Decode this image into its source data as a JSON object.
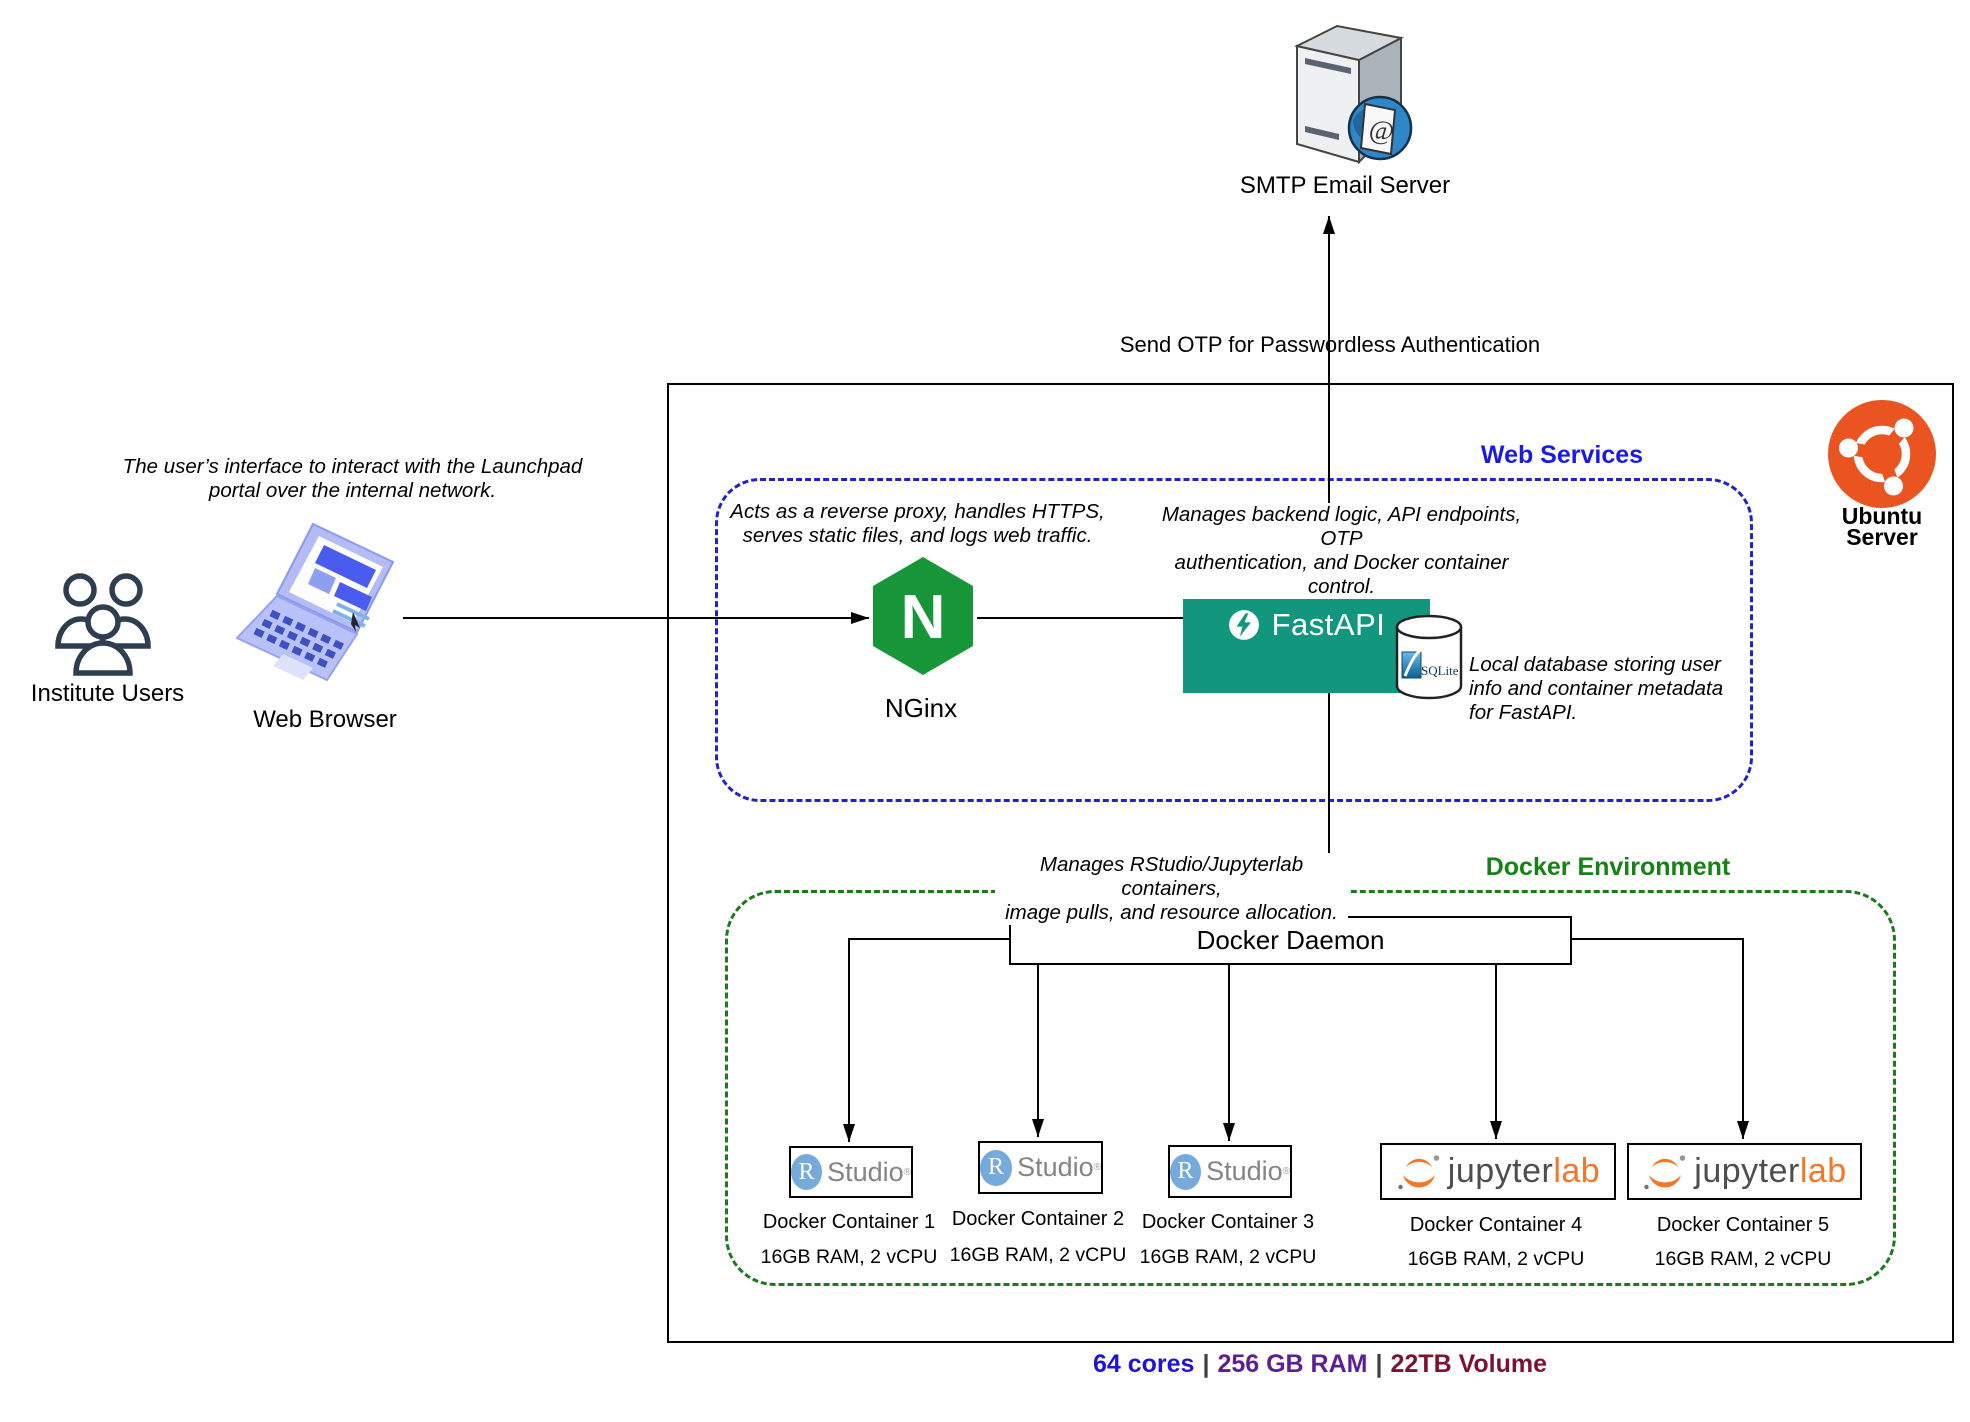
{
  "user_side": {
    "note_line1": "The user’s interface to interact with the Launchpad",
    "note_line2": "portal over the internal network.",
    "users_label": "Institute Users",
    "browser_label": "Web Browser"
  },
  "smtp": {
    "label": "SMTP Email Server",
    "otp_label": "Send OTP for Passwordless Authentication",
    "at_glyph": "@"
  },
  "web_services": {
    "title": "Web Services",
    "nginx_note_line1": "Acts as a reverse proxy, handles HTTPS,",
    "nginx_note_line2": "serves static files, and logs web traffic.",
    "nginx_label": "NGinx",
    "nginx_letter": "N",
    "fastapi_note_line1": "Manages backend logic, API endpoints, OTP",
    "fastapi_note_line2": "authentication, and Docker container control.",
    "fastapi_label": "FastAPI",
    "sqlite_label": "SQLite",
    "sqlite_note_line1": "Local database storing user",
    "sqlite_note_line2": "info and container metadata",
    "sqlite_note_line3": "for FastAPI."
  },
  "ubuntu": {
    "name": "Ubuntu",
    "type": "Server"
  },
  "docker": {
    "title": "Docker Environment",
    "note_line1": "Manages RStudio/Jupyterlab containers,",
    "note_line2": "image pulls, and resource allocation.",
    "daemon_label": "Docker Daemon",
    "rstudio_r": "R",
    "rstudio_word": "Studio",
    "rstudio_reg": "®",
    "jupyter_word": "jupyter",
    "jupyter_lab": "lab",
    "containers": [
      {
        "name": "Docker Container 1",
        "specs": "16GB RAM, 2 vCPU"
      },
      {
        "name": "Docker Container 2",
        "specs": "16GB RAM, 2 vCPU"
      },
      {
        "name": "Docker Container 3",
        "specs": "16GB RAM, 2 vCPU"
      },
      {
        "name": "Docker Container 4",
        "specs": "16GB RAM, 2 vCPU"
      },
      {
        "name": "Docker Container 5",
        "specs": "16GB RAM, 2 vCPU"
      }
    ]
  },
  "footer": {
    "cores": "64 cores",
    "separator": "|",
    "ram": "256 GB RAM",
    "volume": "22TB Volume"
  },
  "colors": {
    "accent_blue": "#1a1ae8",
    "accent_green": "#148214",
    "fastapi_teal": "#12967e",
    "nginx_green": "#169639",
    "ubuntu_orange": "#E95420",
    "jupyter_orange": "#F37726",
    "rstudio_blue": "#75aadb",
    "footer_blue": "#2012d9",
    "footer_purple": "#5d1f96",
    "footer_maroon": "#7c1230"
  }
}
